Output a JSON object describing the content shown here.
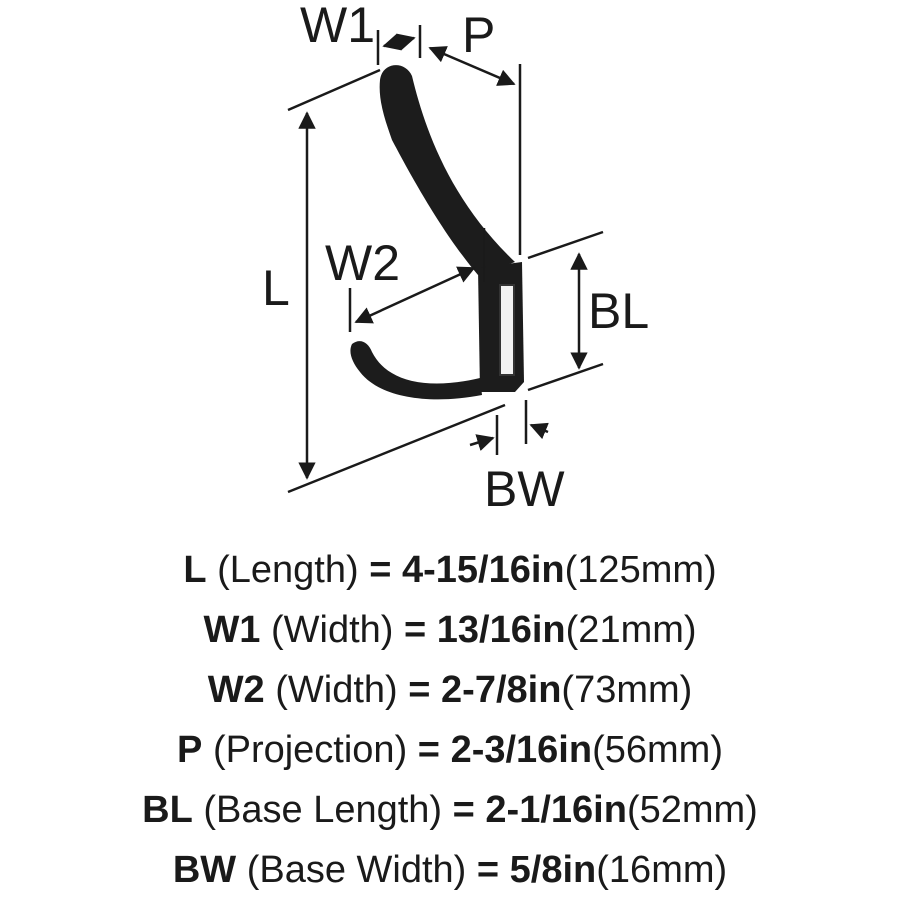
{
  "labels": {
    "W1": "W1",
    "P": "P",
    "L": "L",
    "W2": "W2",
    "BL": "BL",
    "BW": "BW"
  },
  "specs": [
    {
      "code": "L",
      "desc": "(Length)",
      "eq": "=",
      "imperial": "4-15/16in",
      "metric": "(125mm)"
    },
    {
      "code": "W1",
      "desc": "(Width)",
      "eq": "=",
      "imperial": "13/16in",
      "metric": "(21mm)"
    },
    {
      "code": "W2",
      "desc": "(Width)",
      "eq": "=",
      "imperial": "2-7/8in",
      "metric": "(73mm)"
    },
    {
      "code": "P",
      "desc": "(Projection)",
      "eq": "=",
      "imperial": "2-3/16in",
      "metric": "(56mm)"
    },
    {
      "code": "BL",
      "desc": "(Base Length)",
      "eq": "=",
      "imperial": "2-1/16in",
      "metric": "(52mm)"
    },
    {
      "code": "BW",
      "desc": "(Base Width)",
      "eq": "=",
      "imperial": "5/8in",
      "metric": "(16mm)"
    }
  ],
  "colors": {
    "ink": "#1a1a1a",
    "hook": "#1c1c1c",
    "slot": "#f2f2f2"
  }
}
